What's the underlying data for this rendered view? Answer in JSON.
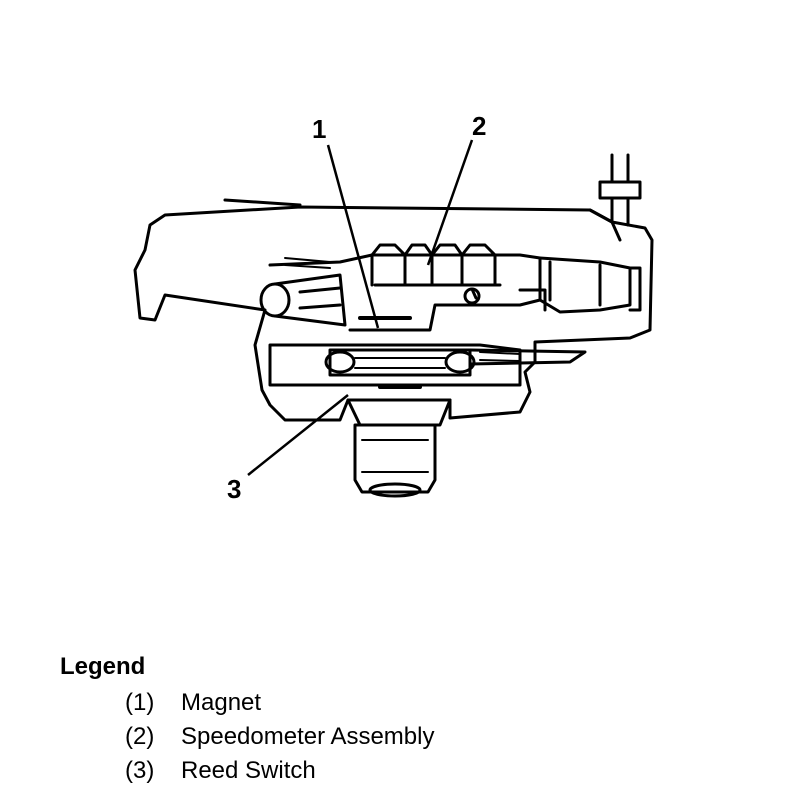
{
  "callouts": [
    {
      "number": "1",
      "part": "Magnet"
    },
    {
      "number": "2",
      "part": "Speedometer Assembly"
    },
    {
      "number": "3",
      "part": "Reed Switch"
    }
  ],
  "legend": {
    "title": "Legend",
    "items": [
      {
        "number": "(1)",
        "label": "Magnet"
      },
      {
        "number": "(2)",
        "label": "Speedometer Assembly"
      },
      {
        "number": "(3)",
        "label": "Reed Switch"
      }
    ]
  },
  "colors": {
    "ink": "#000000",
    "paper": "#ffffff"
  }
}
